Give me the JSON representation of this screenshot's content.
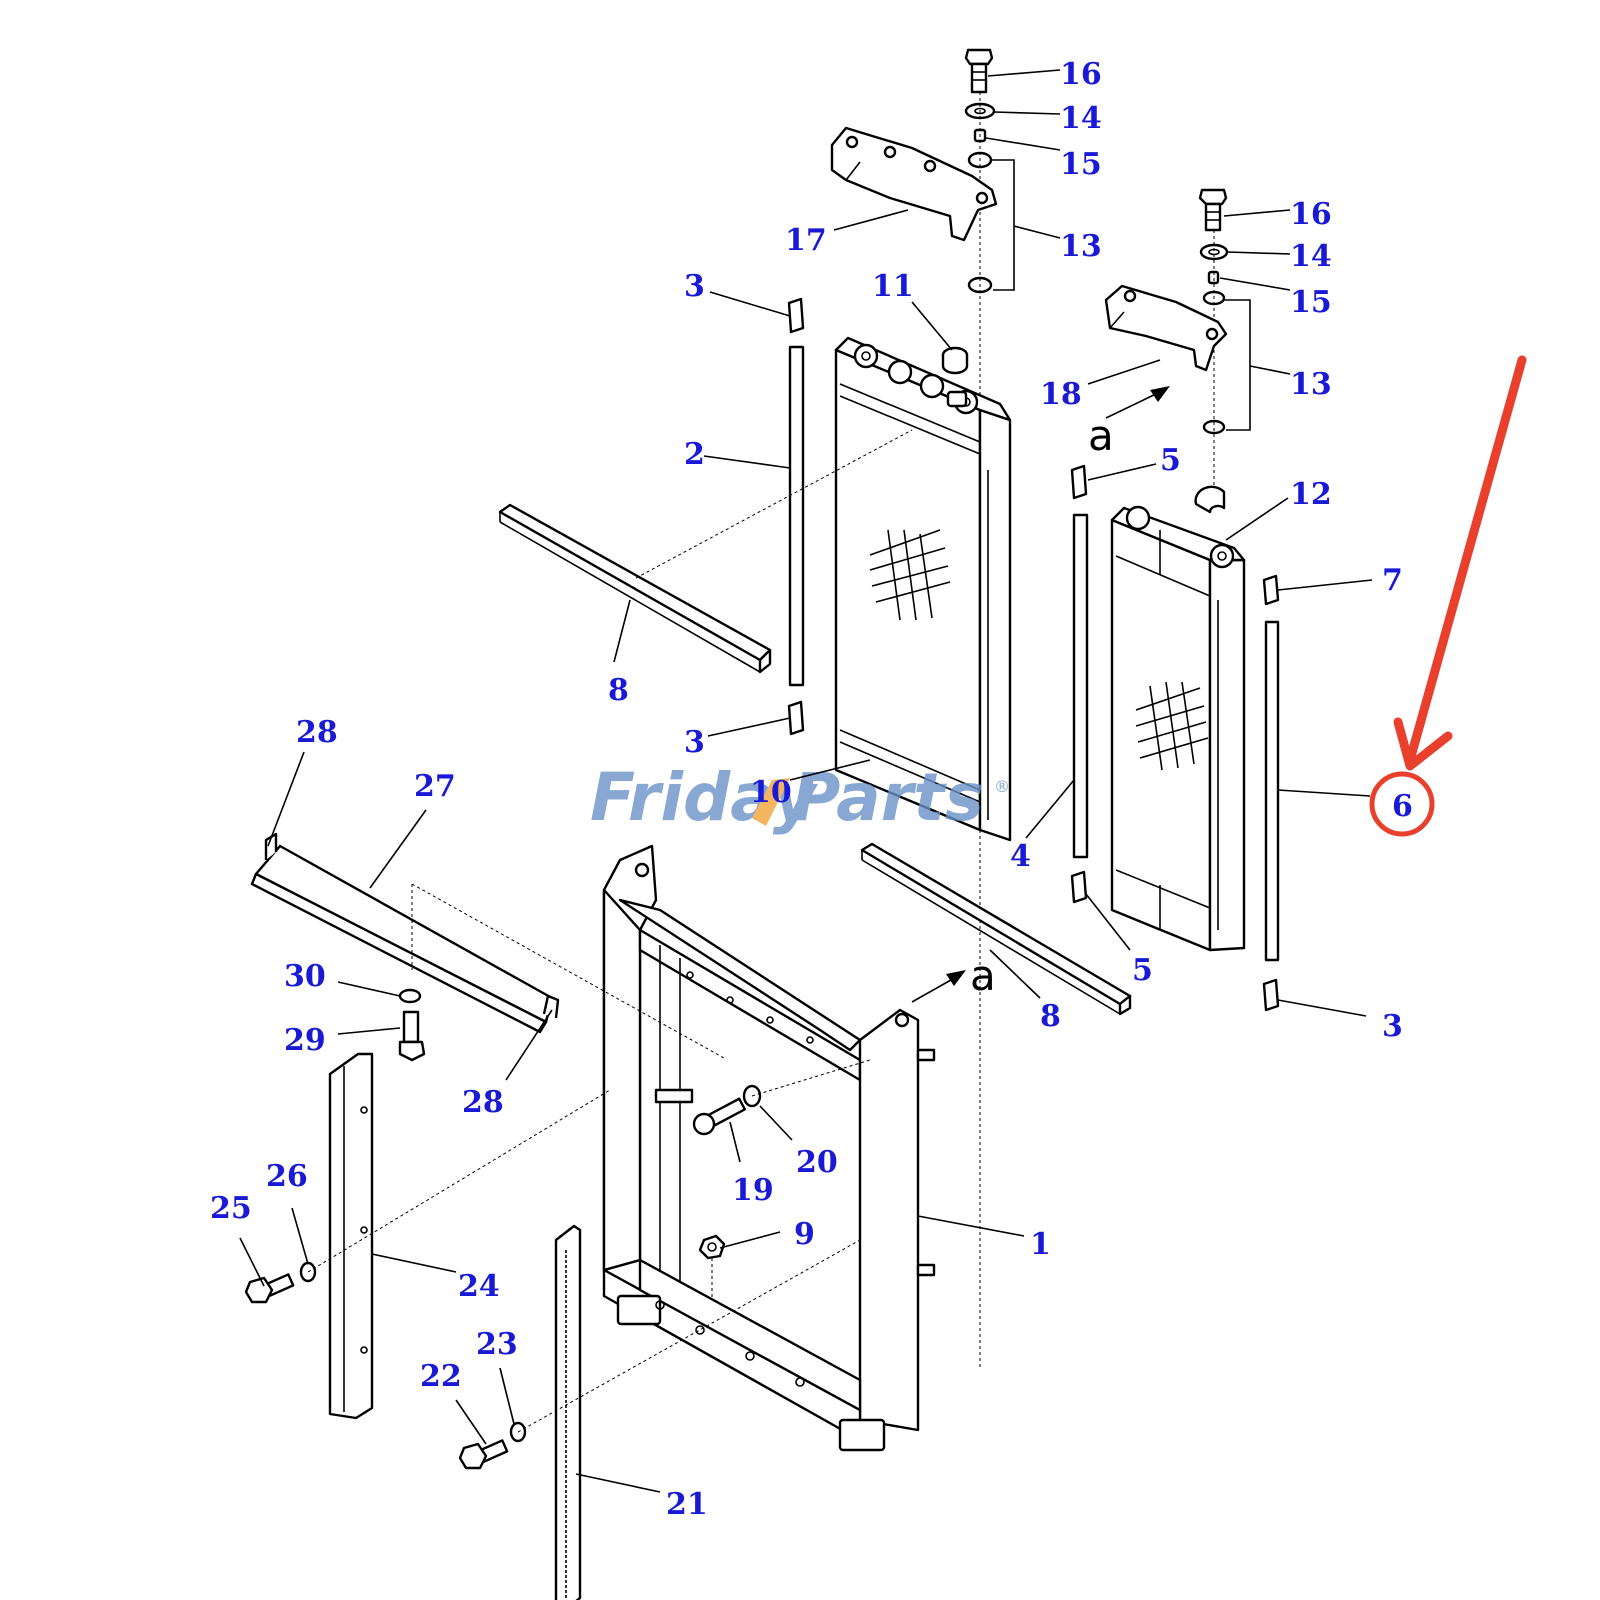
{
  "diagram": {
    "callouts": {
      "c1": "1",
      "c2": "2",
      "c3a": "3",
      "c3b": "3",
      "c3c": "3",
      "c4": "4",
      "c5a": "5",
      "c5b": "5",
      "c6": "6",
      "c7": "7",
      "c8a": "8",
      "c8b": "8",
      "c9": "9",
      "c10": "10",
      "c11": "11",
      "c12": "12",
      "c13a": "13",
      "c13b": "13",
      "c14a": "14",
      "c14b": "14",
      "c15a": "15",
      "c15b": "15",
      "c16a": "16",
      "c16b": "16",
      "c17": "17",
      "c18": "18",
      "c19": "19",
      "c20": "20",
      "c21": "21",
      "c22": "22",
      "c23": "23",
      "c24": "24",
      "c25": "25",
      "c26": "26",
      "c27": "27",
      "c28a": "28",
      "c28b": "28",
      "c29": "29",
      "c30": "30"
    },
    "ref_marks": {
      "a_upper": "a",
      "a_lower": "a"
    },
    "watermark": {
      "part1": "Friday",
      "part2": "Parts",
      "registered": "®"
    },
    "highlight": {
      "target_callout": "6",
      "color": "#e8402c"
    },
    "colors": {
      "callout_text": "#1a1ad6",
      "watermark_blue": "#6b93c9",
      "watermark_orange": "#f2a33a"
    }
  }
}
